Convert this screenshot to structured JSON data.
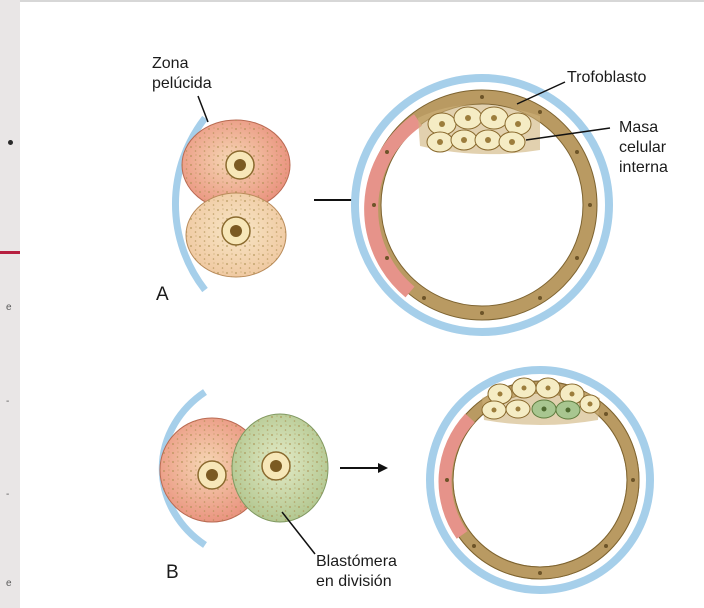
{
  "diagram": {
    "labels": {
      "zona_line1": "Zona",
      "zona_line2": "pelúcida",
      "trofoblasto": "Trofoblasto",
      "masa_line1": "Masa",
      "masa_line2": "celular",
      "masa_line3": "interna",
      "blasto_line1": "Blastómera",
      "blasto_line2": "en división"
    },
    "panels": {
      "a": "A",
      "b": "B"
    }
  },
  "colors": {
    "zona": "#a6cfea",
    "pink_cell": "#efa894",
    "pink_cell_b": "#f0a998",
    "tan_cell": "#f1d4ae",
    "green_cell": "#c4d6a4",
    "green_icm": "#a8c690",
    "trophoblast": "#b99a62",
    "trophoblast_pink": "#e6938a",
    "icm_cell": "#f5ecc4",
    "nucleus": "#9c7d3c",
    "accent_red": "#b61f3f"
  }
}
